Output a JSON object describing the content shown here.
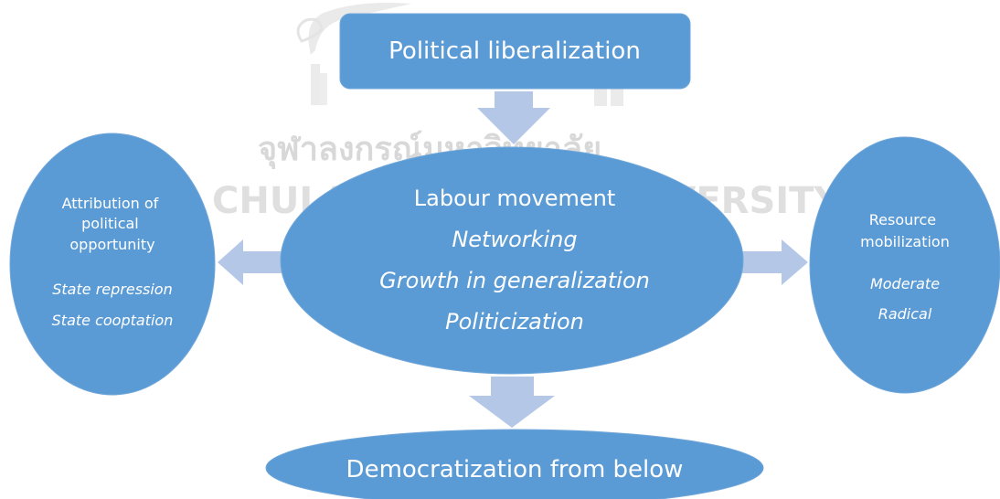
{
  "watermark": {
    "thai_text": "จุฬาลงกรณ์มหาวิทยาลัย",
    "latin_text": "CHULALONGKORN UNIVERSITY"
  },
  "top_box": {
    "label": "Political liberalization"
  },
  "center_ellipse": {
    "title": "Labour movement",
    "items": [
      "Networking",
      "Growth in generalization",
      "Politicization"
    ]
  },
  "left_ellipse": {
    "title_lines": [
      "Attribution of",
      "political",
      "opportunity"
    ],
    "items": [
      "State repression",
      "State cooptation"
    ]
  },
  "right_ellipse": {
    "title_lines": [
      "Resource",
      "mobilization"
    ],
    "items": [
      "Moderate",
      "Radical"
    ]
  },
  "bottom_ellipse": {
    "label": "Democratization from below"
  },
  "colors": {
    "shape_fill": "#5b9bd5",
    "shape_stroke": "#6fa6d9",
    "arrow_fill": "#b4c7e7",
    "text": "#ffffff",
    "watermark": "#d4d4d4"
  }
}
